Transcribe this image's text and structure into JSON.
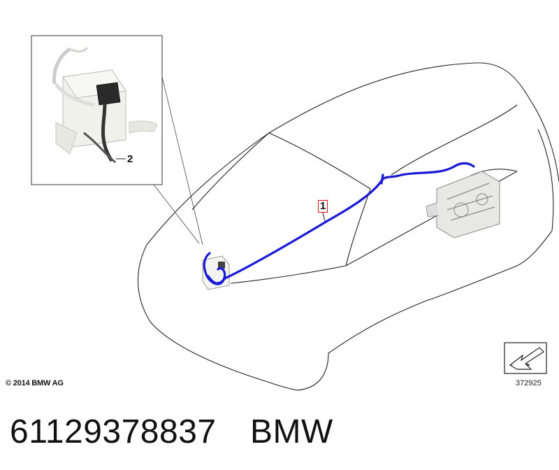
{
  "callouts": {
    "cable": "1",
    "battery_lead": "2"
  },
  "copyright": "© 2014 BMW AG",
  "diagram_number": "372925",
  "part_number": "61129378837",
  "brand": "BMW",
  "colors": {
    "cable": "#1a1ad6",
    "outline": "#222222",
    "callout_frame": "#e01010"
  },
  "icons": [
    "car-outline-icon",
    "battery-icon",
    "electric-motor-icon",
    "navigation-arrow-icon"
  ]
}
